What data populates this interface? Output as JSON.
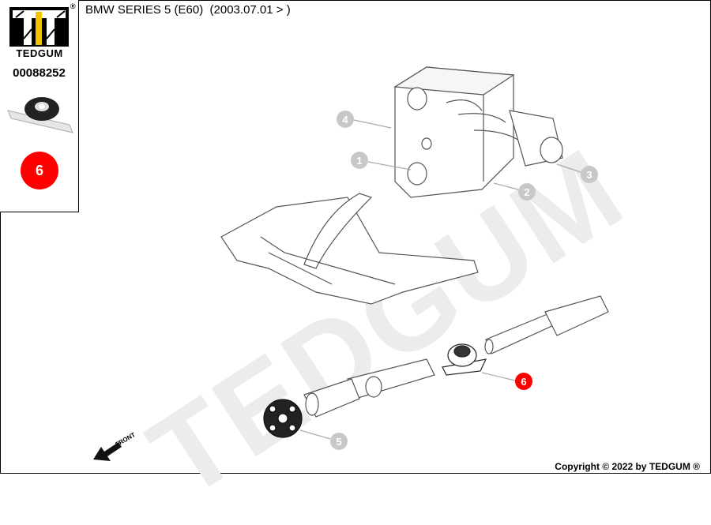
{
  "sidebar": {
    "brand": "TEDGUM",
    "registered_mark": "®",
    "part_number": "00088252",
    "selected_position": "6"
  },
  "header": {
    "title": "BMW SERIES 5 (E60)  (2003.07.01 > )"
  },
  "watermark": "TEDGUM",
  "diagram": {
    "front_label": "FRONT",
    "callouts": [
      "1",
      "2",
      "3",
      "4",
      "5",
      "6"
    ],
    "highlight_color": "#ff0000",
    "callout_color": "#c8c8c8"
  },
  "footer": {
    "copyright": "Copyright © 2022 by TEDGUM ®"
  }
}
